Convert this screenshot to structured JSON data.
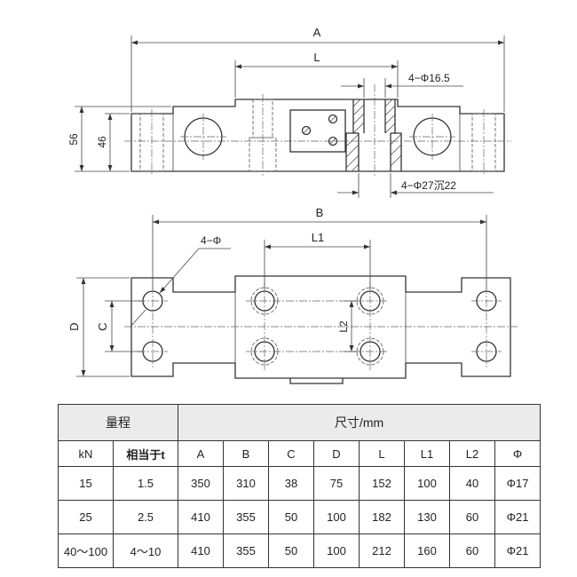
{
  "top_view": {
    "dim_A": "A",
    "dim_L": "L",
    "dim_56": "56",
    "dim_46": "46",
    "hole_top": "4−Φ16.5",
    "hole_bottom": "4−Φ27沉22"
  },
  "bottom_view": {
    "dim_B": "B",
    "dim_L1": "L1",
    "dim_C": "C",
    "dim_D": "D",
    "dim_L2": "L2",
    "hole_label": "4−Φ"
  },
  "table": {
    "range_header": "量程",
    "size_header": "尺寸/mm",
    "col_kn": "kN",
    "col_t": "相当于t",
    "cols": [
      "A",
      "B",
      "C",
      "D",
      "L",
      "L1",
      "L2",
      "Φ"
    ],
    "rows": [
      [
        "15",
        "1.5",
        "350",
        "310",
        "38",
        "75",
        "152",
        "100",
        "40",
        "Φ17"
      ],
      [
        "25",
        "2.5",
        "410",
        "355",
        "50",
        "100",
        "182",
        "130",
        "60",
        "Φ21"
      ],
      [
        "40～100",
        "4～10",
        "410",
        "355",
        "50",
        "100",
        "212",
        "160",
        "60",
        "Φ21"
      ]
    ]
  }
}
